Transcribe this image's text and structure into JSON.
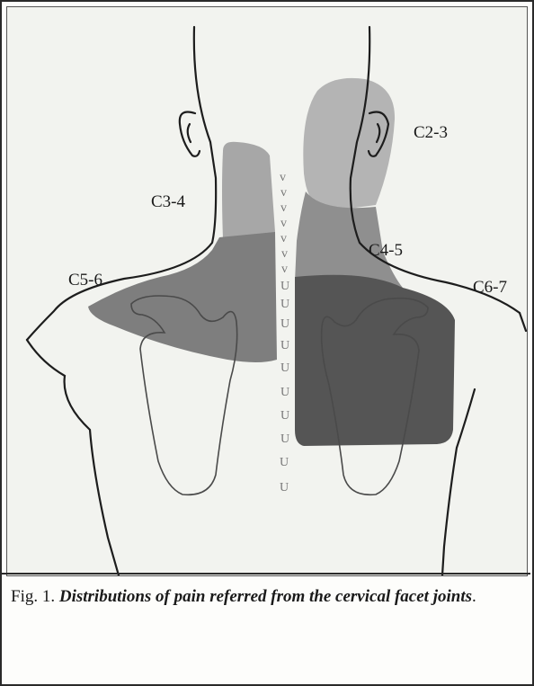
{
  "figure": {
    "labels": {
      "c2_3": "C2-3",
      "c3_4": "C3-4",
      "c4_5": "C4-5",
      "c5_6": "C5-6",
      "c6_7": "C6-7"
    },
    "spine_mark": "v",
    "spine_mark_lower": "U"
  },
  "caption": {
    "prefix": "Fig. 1.",
    "text": "Distributions of pain referred from the cervical facet joints",
    "suffix": "."
  },
  "colors": {
    "c2_3": "#b4b4b4",
    "c3_4": "#a7a7a7",
    "c4_5": "#8f8f8f",
    "c5_6": "#7e7e7e",
    "c6_7": "#555555"
  }
}
